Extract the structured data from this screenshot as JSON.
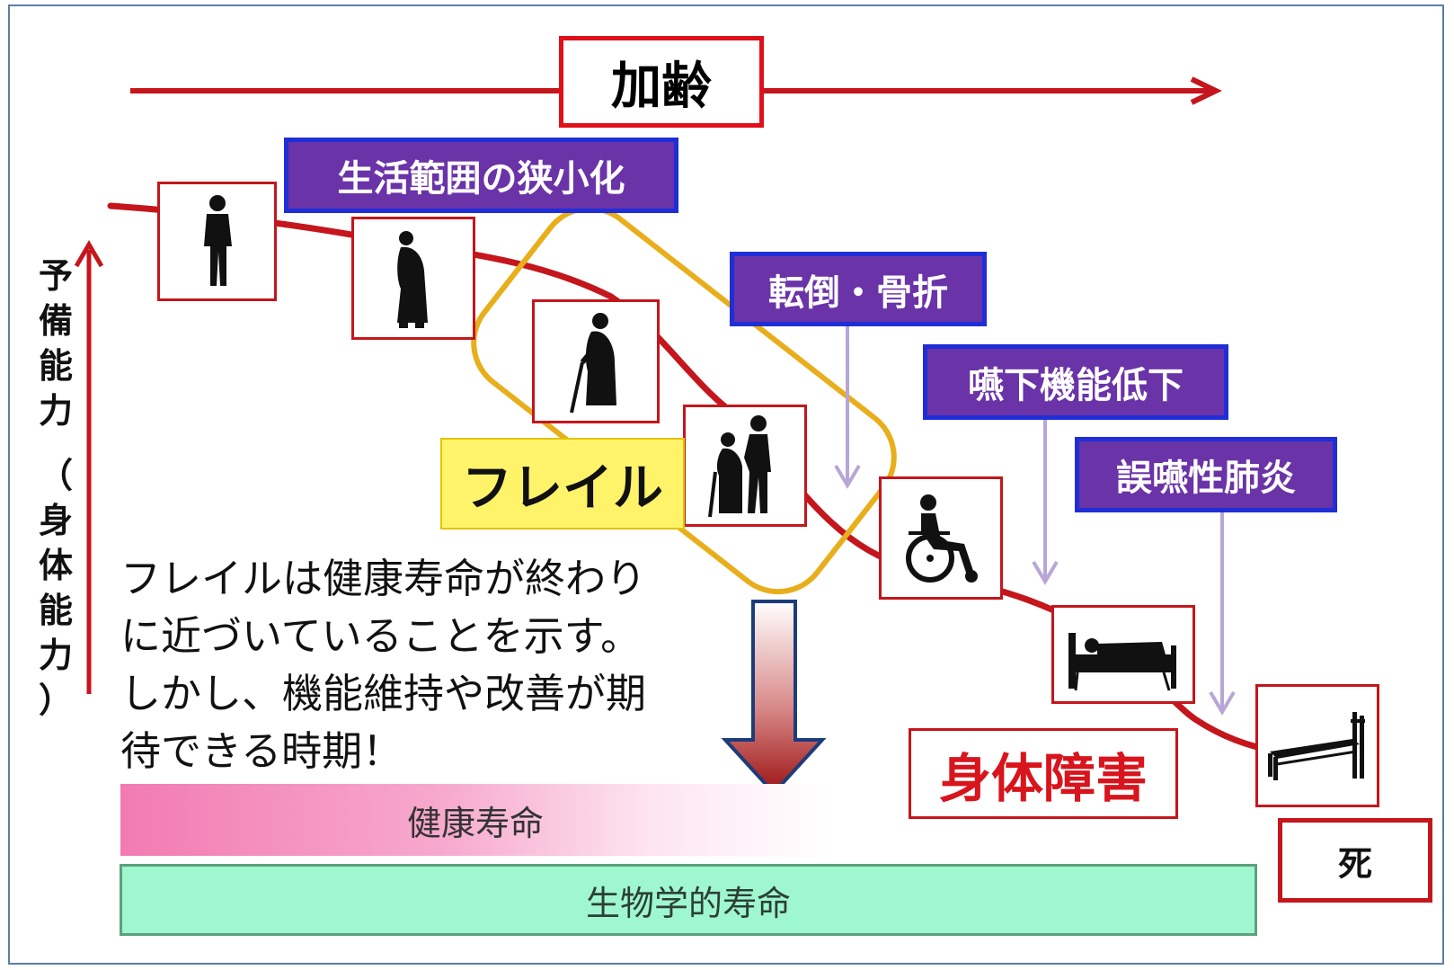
{
  "title": "加齢",
  "axis_label": [
    "予",
    "備",
    "能",
    "力",
    "（",
    "身",
    "体",
    "能",
    "力",
    "）"
  ],
  "labels": {
    "narrowing": "生活範囲の狭小化",
    "fall_fracture": "転倒・骨折",
    "swallowing": "嚥下機能低下",
    "pneumonia": "誤嚥性肺炎",
    "frail": "フレイル",
    "disability": "身体障害",
    "death": "死"
  },
  "body_text": [
    "フレイルは健康寿命が終わり",
    "に近づいていることを示す。",
    "しかし、機能維持や改善が期",
    "待できる時期！"
  ],
  "bars": {
    "healthy_life": "健康寿命",
    "biological_life": "生物学的寿命"
  },
  "colors": {
    "curve": "#c4161c",
    "label_bg": "#6a33a8",
    "label_border": "#1f2ed6",
    "frail_highlight": "#e8ae1b",
    "frail_label_bg": "#fff36a"
  },
  "stage_icons": [
    "standing-person-icon",
    "stooped-person-icon",
    "person-with-cane-icon",
    "assisted-walking-icon",
    "wheelchair-icon",
    "bedridden-person-icon",
    "empty-bed-icon"
  ]
}
